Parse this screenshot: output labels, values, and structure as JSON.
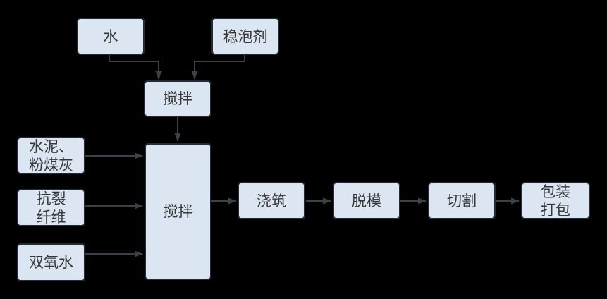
{
  "style": {
    "bg": "#000000",
    "node_fill": "#dce5f2",
    "node_border": "#242b36",
    "arrow_color": "#3c4147",
    "text_color": "#363636"
  },
  "nodes": {
    "water": {
      "label": "水"
    },
    "foam_stabilizer": {
      "label": "稳泡剂"
    },
    "premix": {
      "label": "搅拌"
    },
    "main_mix": {
      "label": "搅拌"
    },
    "cement_flyash": {
      "lines": [
        "水泥、",
        "粉煤灰"
      ]
    },
    "crack_fiber": {
      "lines": [
        "抗裂",
        "纤维"
      ]
    },
    "hydrogen_peroxide": {
      "label": "双氧水"
    },
    "pouring": {
      "label": "浇筑"
    },
    "demolding": {
      "label": "脱模"
    },
    "cutting": {
      "label": "切割"
    },
    "packing": {
      "lines": [
        "包装",
        "打包"
      ]
    }
  },
  "edges": [
    {
      "from": "water",
      "to": "premix"
    },
    {
      "from": "foam_stabilizer",
      "to": "premix"
    },
    {
      "from": "premix",
      "to": "main_mix"
    },
    {
      "from": "cement_flyash",
      "to": "main_mix"
    },
    {
      "from": "crack_fiber",
      "to": "main_mix"
    },
    {
      "from": "hydrogen_peroxide",
      "to": "main_mix"
    },
    {
      "from": "main_mix",
      "to": "pouring"
    },
    {
      "from": "pouring",
      "to": "demolding"
    },
    {
      "from": "demolding",
      "to": "cutting"
    },
    {
      "from": "cutting",
      "to": "packing"
    }
  ]
}
